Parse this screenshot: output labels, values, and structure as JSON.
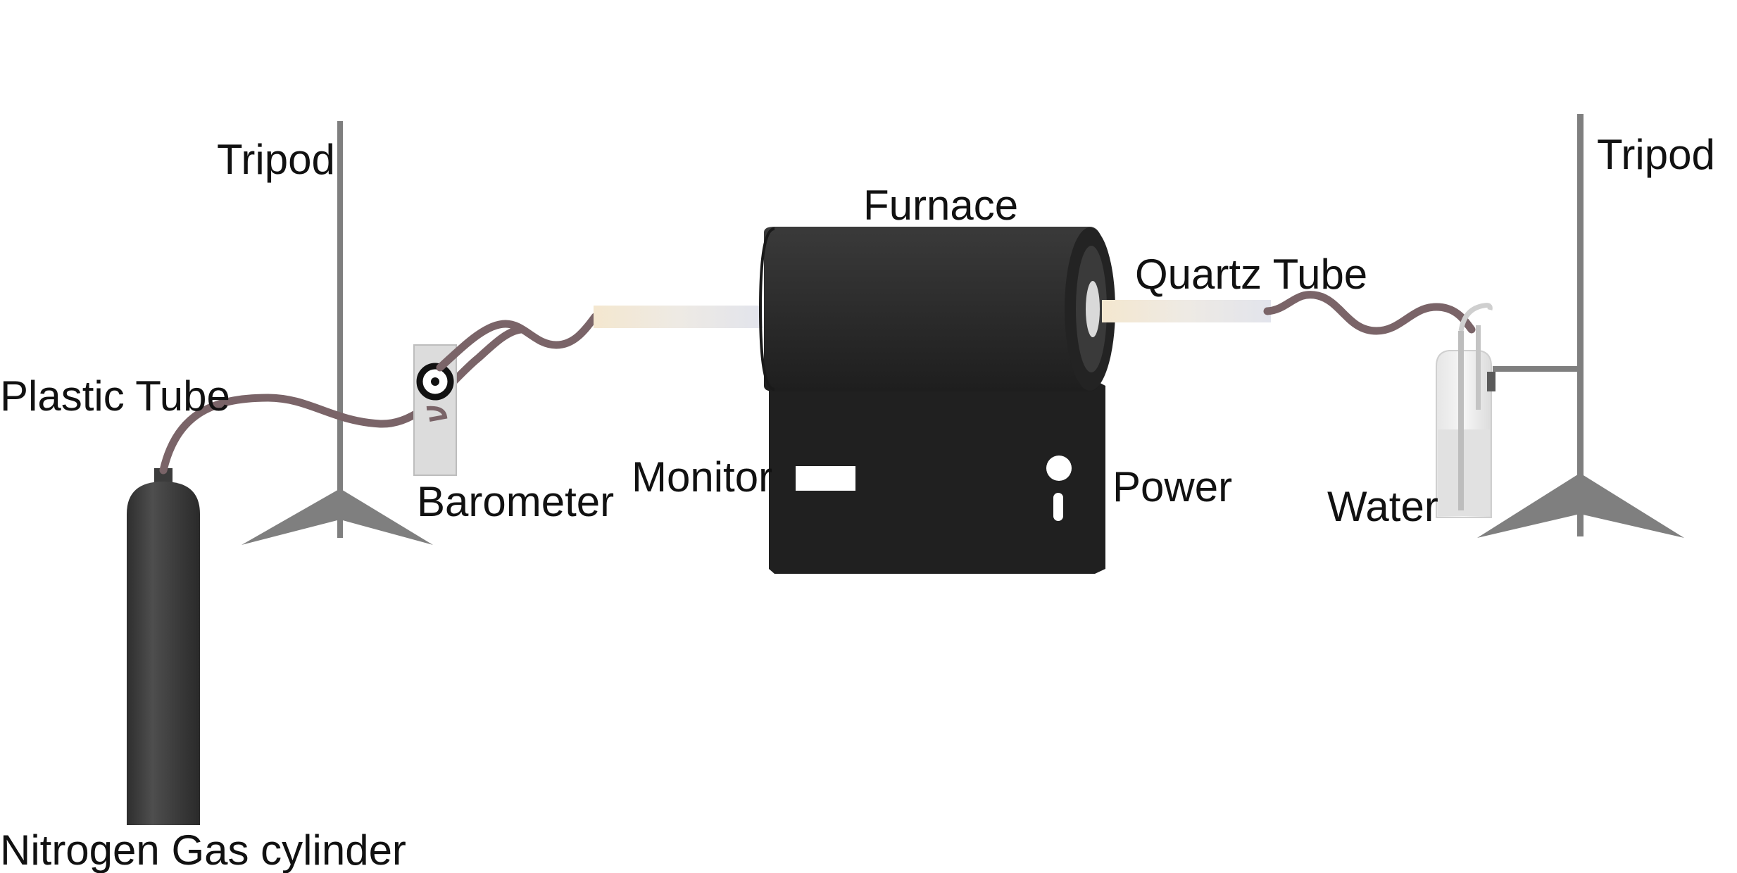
{
  "labels": {
    "tripod_left": "Tripod",
    "tripod_right": "Tripod",
    "furnace": "Furnace",
    "quartz_tube": "Quartz Tube",
    "plastic_tube": "Plastic Tube",
    "barometer": "Barometer",
    "monitor": "Monitor",
    "power": "Power",
    "water": "Water",
    "cylinder": "Nitrogen Gas cylinder"
  },
  "colors": {
    "tube": "#7a6468",
    "furnace": "#2a2a2a",
    "tripod": "#7f7f7f",
    "cylinder": "#3c3c3c",
    "quartz": "#ece7de"
  }
}
